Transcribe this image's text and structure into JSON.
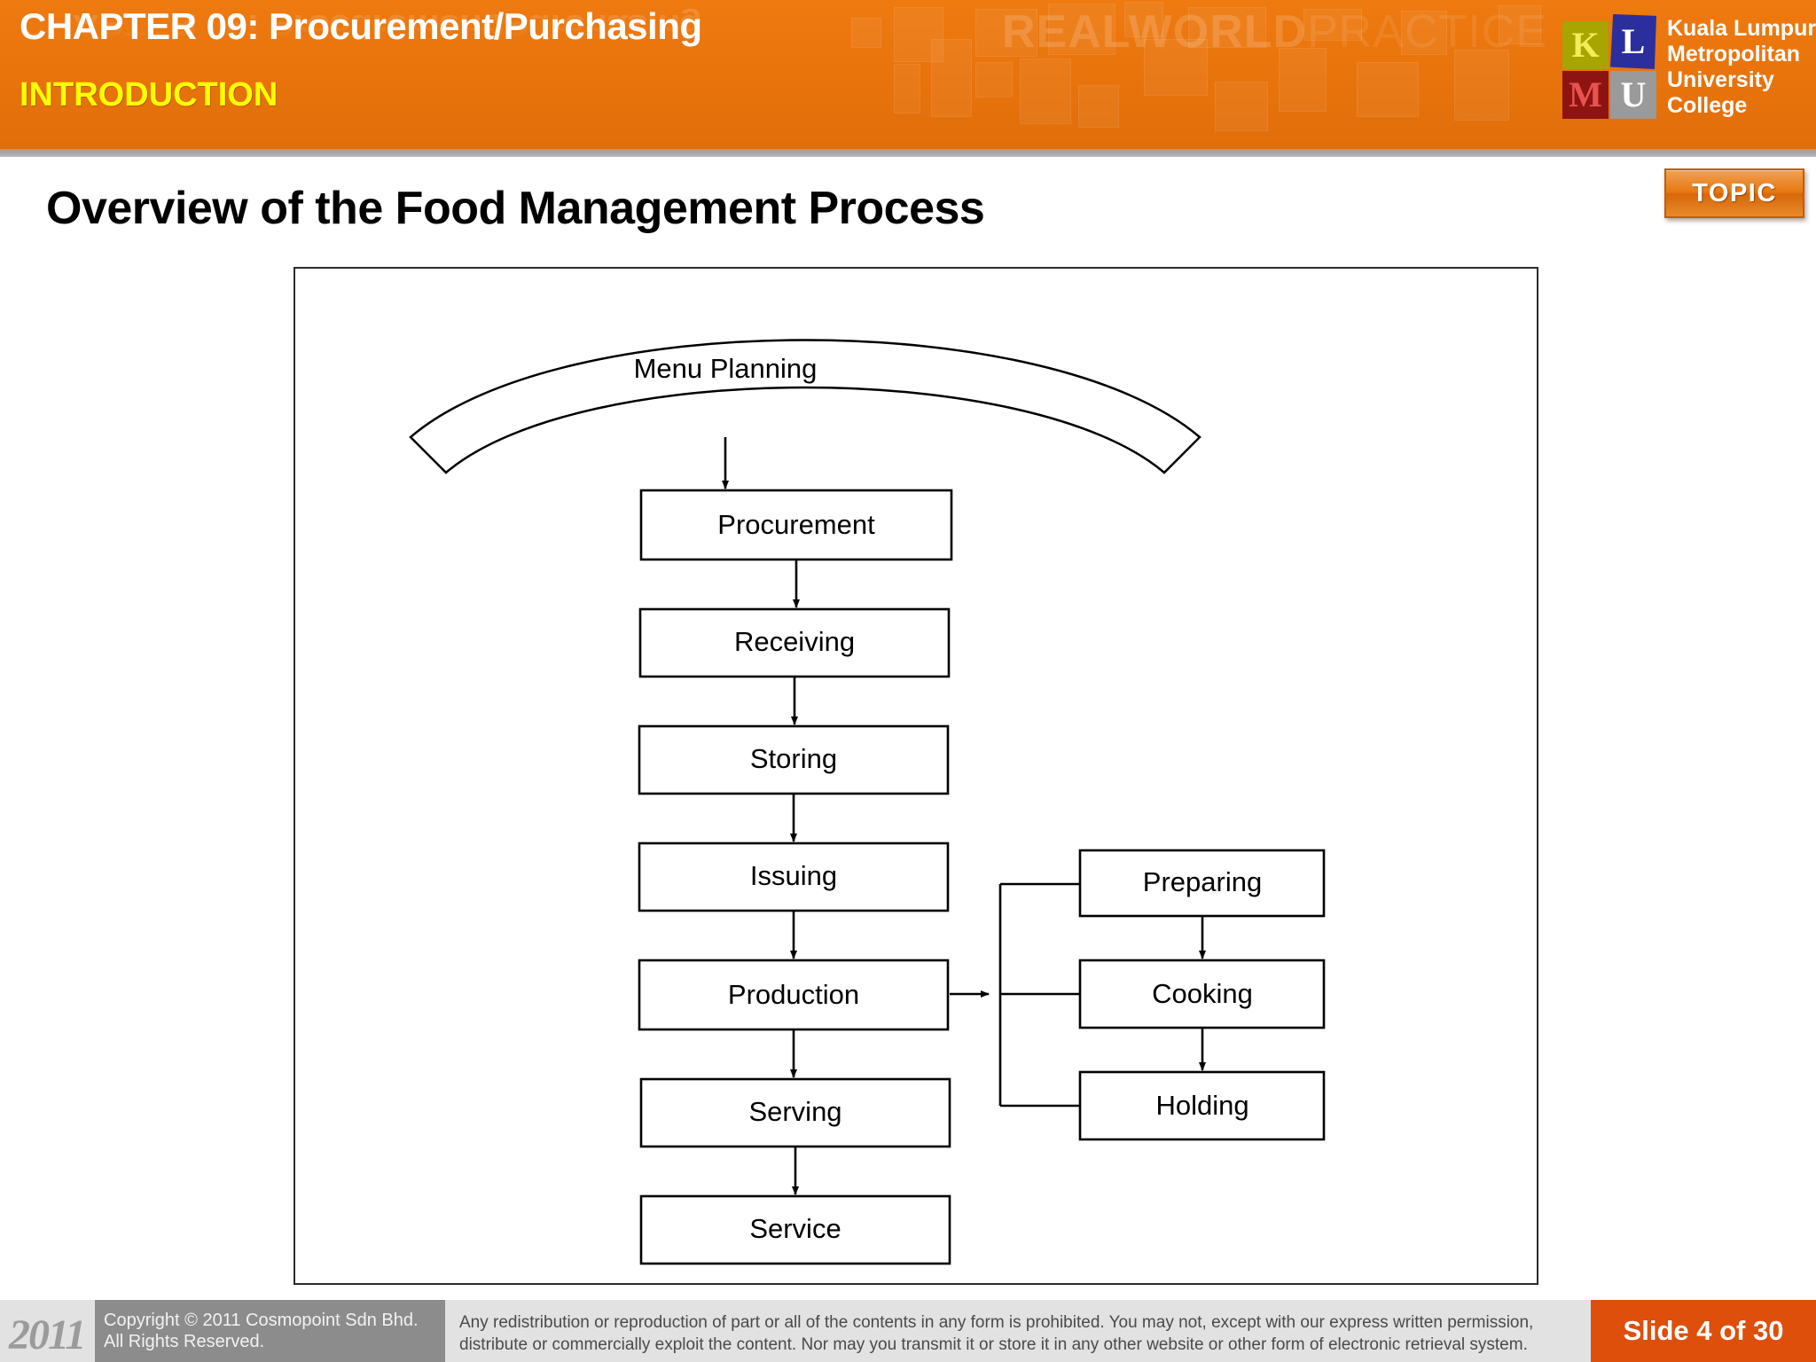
{
  "header": {
    "chapter_title": "CHAPTER 09: Procurement/Purchasing",
    "section_title": "INTRODUCTION",
    "watermark_bold": "REALWORLD",
    "watermark_light": "PRACTICE",
    "background_color": "#E8730C"
  },
  "logo": {
    "letters": [
      {
        "char": "K",
        "bg": "#A8A400",
        "fg": "#F2ED55"
      },
      {
        "char": "L",
        "bg": "#2B2F9E",
        "fg": "#FFFFFF"
      },
      {
        "char": "M",
        "bg": "#8E1414",
        "fg": "#E8534F"
      },
      {
        "char": "U",
        "bg": "#9A9A9A",
        "fg": "#FFFFFF"
      }
    ],
    "name_line1": "Kuala Lumpur",
    "name_line2": "Metropolitan",
    "name_line3": "University",
    "name_line4": "College",
    "full_name": "Kuala Lumpur Metropolitan University College"
  },
  "topic_button": {
    "label": "TOPIC"
  },
  "slide": {
    "title": "Overview of the Food Management Process"
  },
  "chart_data": {
    "type": "diagram",
    "title": "Overview of the Food Management Process",
    "diagram_kind": "flowchart",
    "banner": {
      "id": "menu-planning",
      "label": "Menu Planning",
      "shape": "curved-up-ribbon"
    },
    "main_flow": [
      {
        "id": "procurement",
        "label": "Procurement"
      },
      {
        "id": "receiving",
        "label": "Receiving"
      },
      {
        "id": "storing",
        "label": "Storing"
      },
      {
        "id": "issuing",
        "label": "Issuing"
      },
      {
        "id": "production",
        "label": "Production"
      },
      {
        "id": "serving",
        "label": "Serving"
      },
      {
        "id": "service",
        "label": "Service"
      }
    ],
    "branch_from": "production",
    "branch_flow": [
      {
        "id": "preparing",
        "label": "Preparing"
      },
      {
        "id": "cooking",
        "label": "Cooking"
      },
      {
        "id": "holding",
        "label": "Holding"
      }
    ],
    "edges": [
      {
        "from": "menu-planning",
        "to": "procurement",
        "type": "arrow"
      },
      {
        "from": "procurement",
        "to": "receiving",
        "type": "arrow"
      },
      {
        "from": "receiving",
        "to": "storing",
        "type": "arrow"
      },
      {
        "from": "storing",
        "to": "issuing",
        "type": "arrow"
      },
      {
        "from": "issuing",
        "to": "production",
        "type": "arrow"
      },
      {
        "from": "production",
        "to": "serving",
        "type": "arrow"
      },
      {
        "from": "serving",
        "to": "service",
        "type": "arrow"
      },
      {
        "from": "production",
        "to": "branch-bracket",
        "type": "arrow"
      },
      {
        "from": "branch-bracket",
        "to": "preparing",
        "type": "line"
      },
      {
        "from": "branch-bracket",
        "to": "cooking",
        "type": "line"
      },
      {
        "from": "branch-bracket",
        "to": "holding",
        "type": "line"
      },
      {
        "from": "preparing",
        "to": "cooking",
        "type": "arrow"
      },
      {
        "from": "cooking",
        "to": "holding",
        "type": "arrow"
      }
    ],
    "stroke_color": "#000000",
    "fill_color": "#FFFFFF"
  },
  "footer": {
    "year": "2011",
    "copyright": "Copyright © 2011 Cosmopoint Sdn Bhd.\nAll Rights Reserved.",
    "disclaimer": "Any redistribution or reproduction of part or all of the contents in any form is prohibited. You may not, except with our express written permission,\ndistribute or commercially exploit the content. Nor may you transmit it or store it in any other website or other form of electronic retrieval system.",
    "slide_counter": "Slide 4 of 30",
    "counter_color": "#DD4F0A"
  }
}
